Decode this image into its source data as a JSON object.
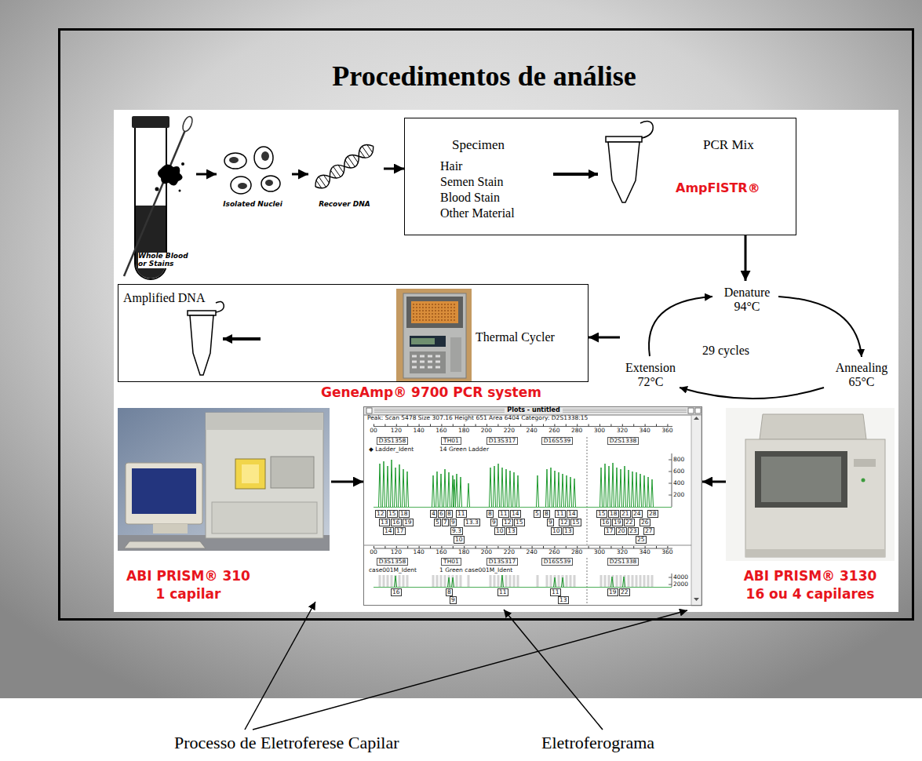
{
  "diagram": {
    "title": "Procedimentos de análise",
    "nodes": [
      {
        "text": [
          "Whole Blood or Stains"
        ]
      },
      {
        "text": [
          "Isolated Nuclei"
        ]
      },
      {
        "text": [
          "Recover DNA"
        ]
      },
      {
        "text": [
          "Specimen",
          "Hair",
          "Semen Stain",
          "Blood Stain",
          "Other Material",
          "PCR Mix",
          "AmpFlSTR®"
        ]
      },
      {
        "text": [
          "Denature 94°C",
          "29 cycles",
          "Annealing 65°C",
          "Extension 72°C"
        ]
      },
      {
        "text": [
          "Amplified DNA",
          "Thermal Cycler",
          "GeneAmp® 9700 PCR system"
        ]
      },
      {
        "text": [
          "ABI PRISM® 310",
          "1 capilar"
        ]
      },
      {
        "text": [
          "Plots - untitled"
        ]
      },
      {
        "text": [
          "ABI PRISM® 3130",
          "16 ou 4 capilares"
        ]
      }
    ],
    "edges": [
      {
        "from": 0,
        "to": 1,
        "arrow": "to"
      },
      {
        "from": 1,
        "to": 2,
        "arrow": "to"
      },
      {
        "from": 2,
        "to": 3,
        "arrow": "to"
      },
      {
        "from": 3,
        "to": 4,
        "arrow": "to"
      },
      {
        "from": 4,
        "to": 5,
        "arrow": "to"
      },
      {
        "from": 6,
        "to": 7,
        "arrow": "to"
      },
      {
        "from": 8,
        "to": 7,
        "arrow": "to"
      }
    ],
    "labels": [
      "Peak: Scan 5478 Size 307.16 Height 651 Area 6404 Category: D2S1338:15",
      "00",
      "120",
      "140",
      "160",
      "180",
      "200",
      "220",
      "240",
      "260",
      "280",
      "300",
      "320",
      "340",
      "360",
      "D3S1358",
      "TH01",
      "D13S317",
      "D16S539",
      "D2S1338",
      "◆ Ladder_Ident",
      "14 Green Ladder",
      "800",
      "600",
      "400",
      "200",
      "12",
      "15",
      "18",
      "13",
      "16",
      "19",
      "14",
      "17",
      "4",
      "6",
      "8",
      "11",
      "5",
      "7",
      "9",
      "13.3",
      "9.3",
      "10",
      "8",
      "11",
      "14",
      "9",
      "12",
      "15",
      "10",
      "13",
      "5",
      "8",
      "11",
      "14",
      "9",
      "12",
      "15",
      "10",
      "13",
      "15",
      "18",
      "21",
      "24",
      "28",
      "16",
      "19",
      "22",
      "26",
      "17",
      "20",
      "23",
      "27",
      "25",
      "00",
      "120",
      "140",
      "160",
      "180",
      "200",
      "220",
      "240",
      "260",
      "280",
      "300",
      "320",
      "340",
      "360",
      "D3S1358",
      "TH01",
      "D13S317",
      "D16S539",
      "D2S1338",
      "case001M_Ident",
      "1 Green case001M_Ident",
      "4000",
      "2000",
      "16",
      "8",
      "9",
      "11",
      "11",
      "13",
      "19",
      "22",
      "Processo de Eletroferese Capilar",
      "Eletroferograma"
    ]
  }
}
